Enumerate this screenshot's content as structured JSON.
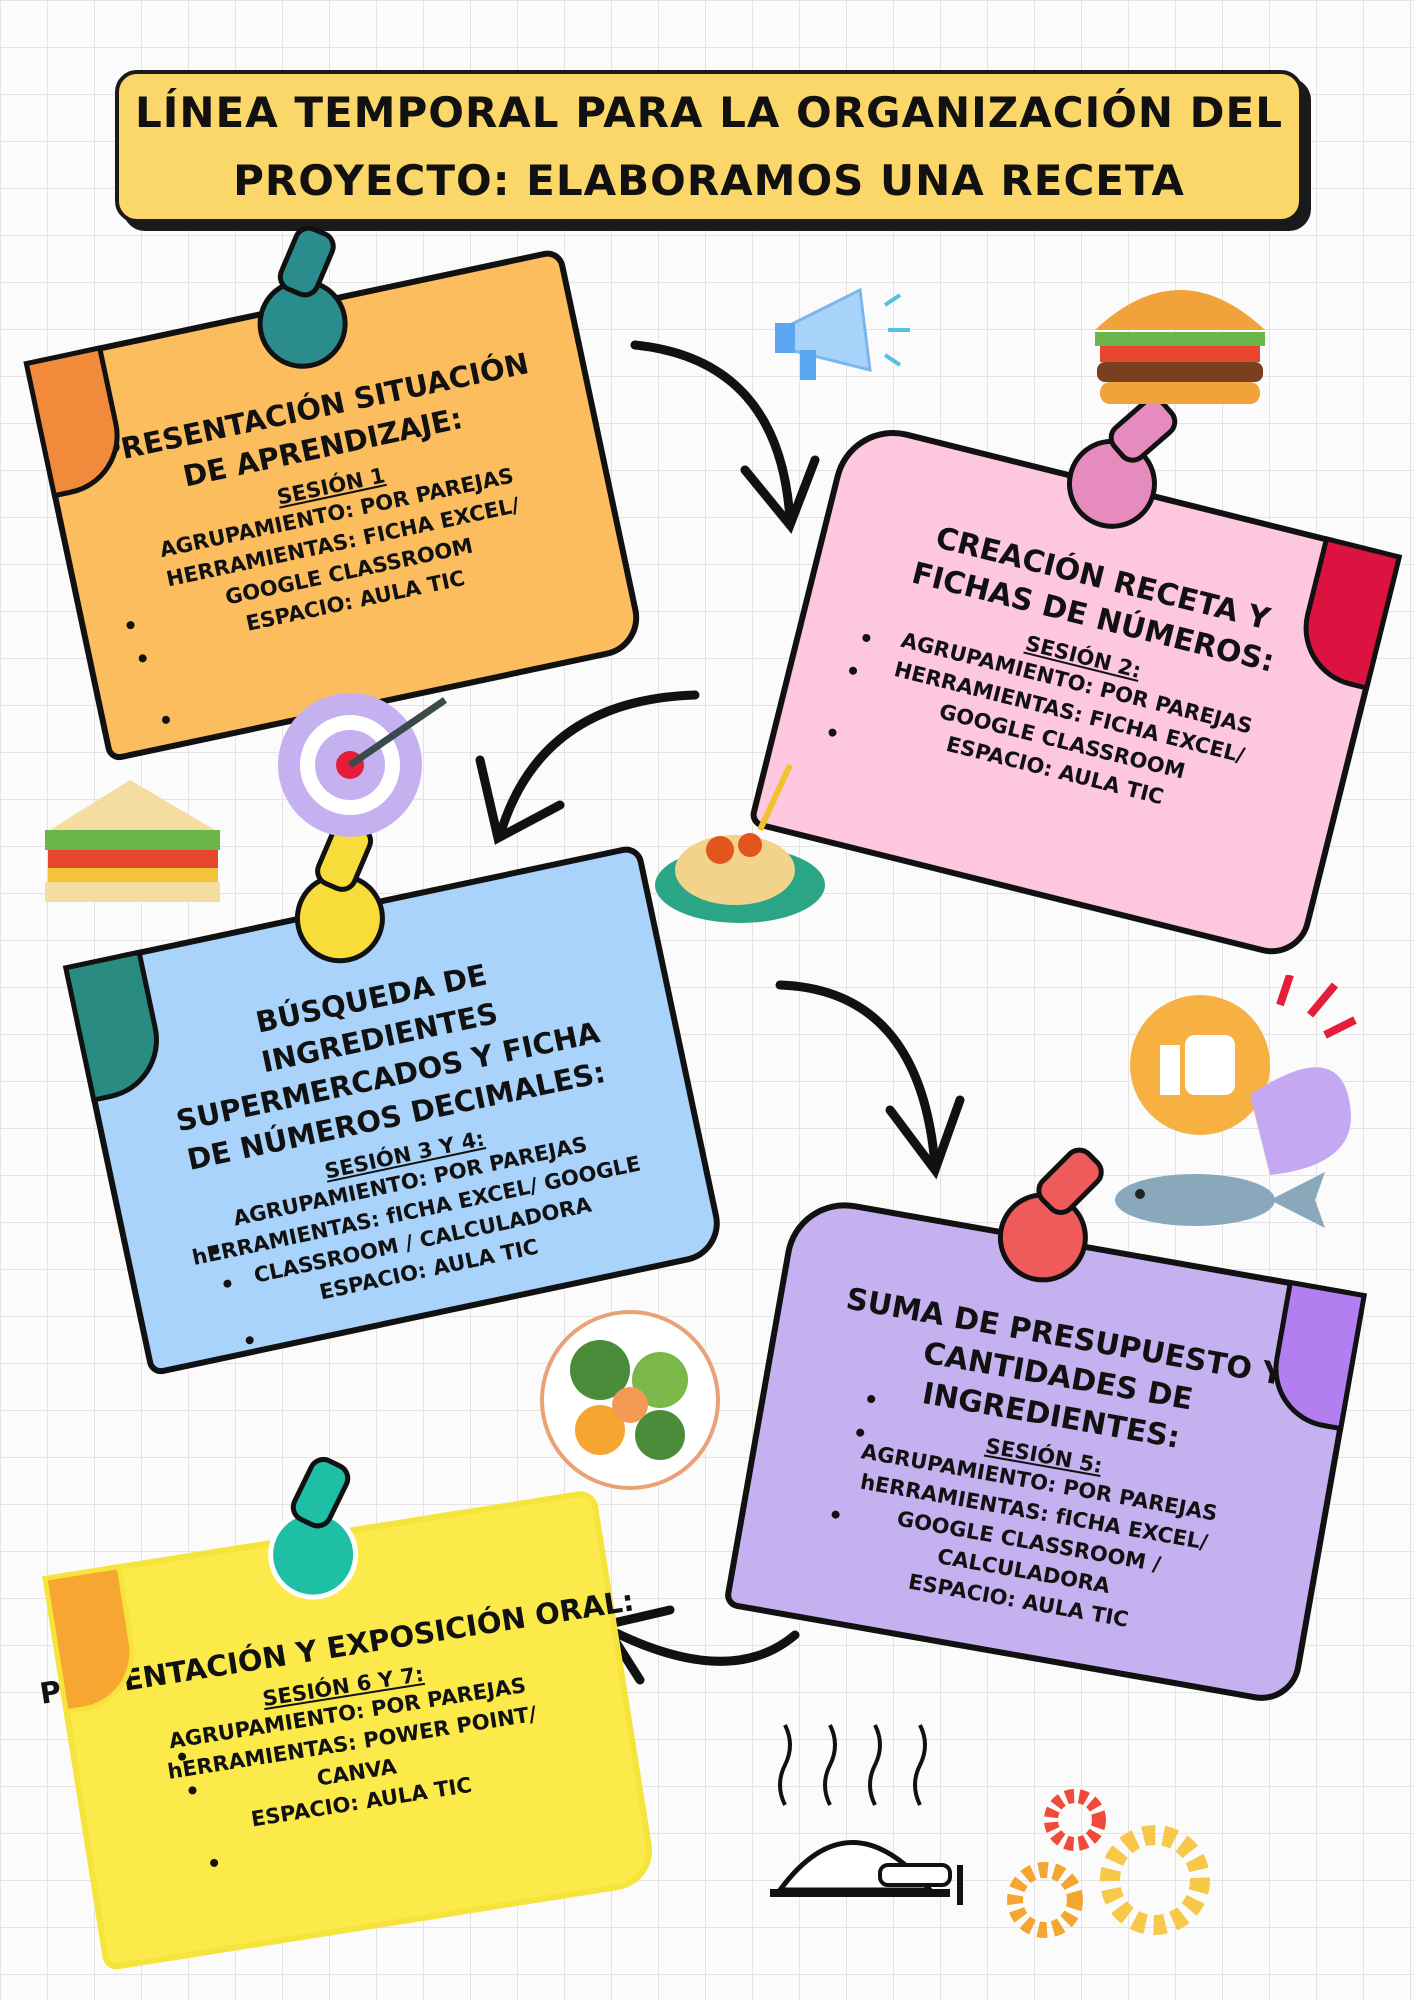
{
  "title": {
    "line1": "LÍNEA TEMPORAL PARA LA ORGANIZACIÓN DEL",
    "line2": "PROYECTO: ELABORAMOS UNA RECETA"
  },
  "cards": [
    {
      "title": "PRESENTACIÓN SITUACIÓN DE APRENDIZAJE:",
      "session": "SESIÓN 1",
      "lines": [
        "AGRUPAMIENTO: POR PAREJAS",
        "HERRAMIENTAS: FICHA EXCEL/",
        "GOOGLE CLASSROOM",
        "ESPACIO: AULA TIC"
      ],
      "color": "#fbbd5e",
      "pin": "#2a8c8c"
    },
    {
      "title": "CREACIÓN RECETA Y FICHAS DE NÚMEROS:",
      "session": "SESIÓN 2:",
      "lines": [
        "AGRUPAMIENTO: POR PAREJAS",
        "HERRAMIENTAS: FICHA EXCEL/",
        "GOOGLE CLASSROOM",
        "ESPACIO: AULA TIC"
      ],
      "color": "#fdc7df",
      "pin": "#e58bbd"
    },
    {
      "title": "BÚSQUEDA DE INGREDIENTES SUPERMERCADOS Y FICHA DE NÚMEROS DECIMALES:",
      "session": "SESIÓN 3 Y 4:",
      "lines": [
        "AGRUPAMIENTO: POR PAREJAS",
        "hERRAMIENTAS: fICHA EXCEL/ GOOGLE",
        "CLASSROOM / CALCULADORA",
        "ESPACIO: AULA TIC"
      ],
      "color": "#a9d3fb",
      "pin": "#f8dc3a"
    },
    {
      "title": "SUMA DE PRESUPUESTO Y CANTIDADES DE INGREDIENTES:",
      "session": "SESIÓN 5:",
      "lines": [
        "AGRUPAMIENTO: POR PAREJAS",
        "hERRAMIENTAS: fICHA EXCEL/",
        "GOOGLE CLASSROOM /",
        "CALCULADORA",
        "ESPACIO: AULA TIC"
      ],
      "color": "#c5b1ef",
      "pin": "#ef5a5a"
    },
    {
      "title": "PRESENTACIÓN Y EXPOSICIÓN ORAL:",
      "session": "SESIÓN 6 Y 7:",
      "lines": [
        "AGRUPAMIENTO: POR PAREJAS",
        "hERRAMIENTAS: POWER POINT/",
        "CANVA",
        "ESPACIO: AULA TIC"
      ],
      "color": "#fbea4a",
      "pin": "#1fbfa6"
    }
  ],
  "decorations": [
    "megaphone-icon",
    "burger-icon",
    "target-icon",
    "sandwich-icon",
    "pasta-icon",
    "like-bubble-icon",
    "fish-icon",
    "salad-icon",
    "cloche-icon",
    "gears-icon"
  ]
}
